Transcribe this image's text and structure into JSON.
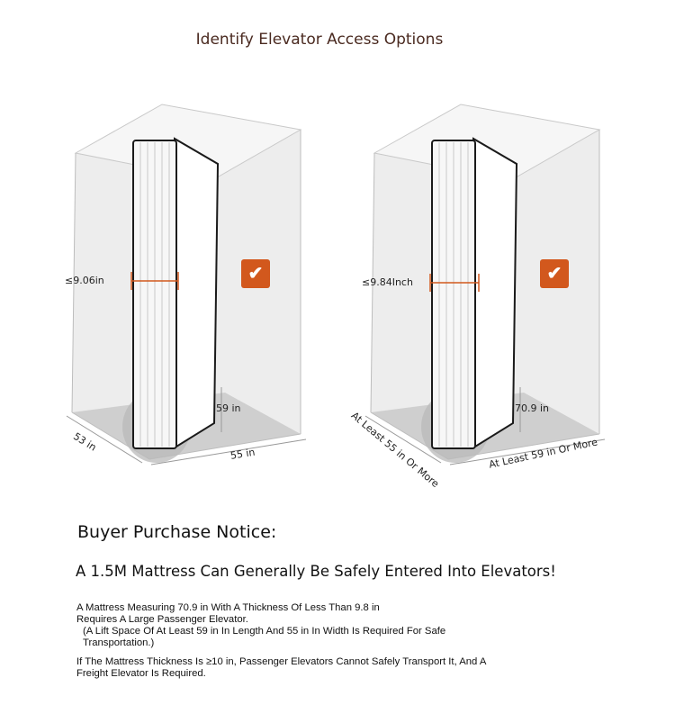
{
  "title": "Identify Elevator Access Options",
  "left_illustration": {
    "thickness_label": "≤9.06in",
    "height_label": "59 in",
    "depth_label": "53 in",
    "width_label": "55 in",
    "check_icon": "checkmark-icon",
    "check_color": "#d2581d"
  },
  "right_illustration": {
    "thickness_label": "≤9.84Inch",
    "height_label": "70.9 in",
    "depth_label": "At Least 55 in Or More",
    "width_label": "At Least 59 in Or More",
    "check_icon": "checkmark-icon",
    "check_color": "#d2581d"
  },
  "notice": {
    "heading": "Buyer Purchase Notice:",
    "headline": "A 1.5M Mattress Can Generally Be Safely Entered Into Elevators!",
    "para1_line1": "A Mattress Measuring 70.9 in With A Thickness Of Less Than 9.8 in",
    "para1_line2": "Requires A Large Passenger Elevator.",
    "para2_line1": "(A Lift Space Of At Least 59 in In Length And 55 in In Width Is Required For Safe",
    "para2_line2": "Transportation.)",
    "para3_line1": "If The Mattress Thickness Is ≥10 in, Passenger Elevators Cannot Safely Transport It, And A",
    "para3_line2": "Freight Elevator Is Required."
  }
}
